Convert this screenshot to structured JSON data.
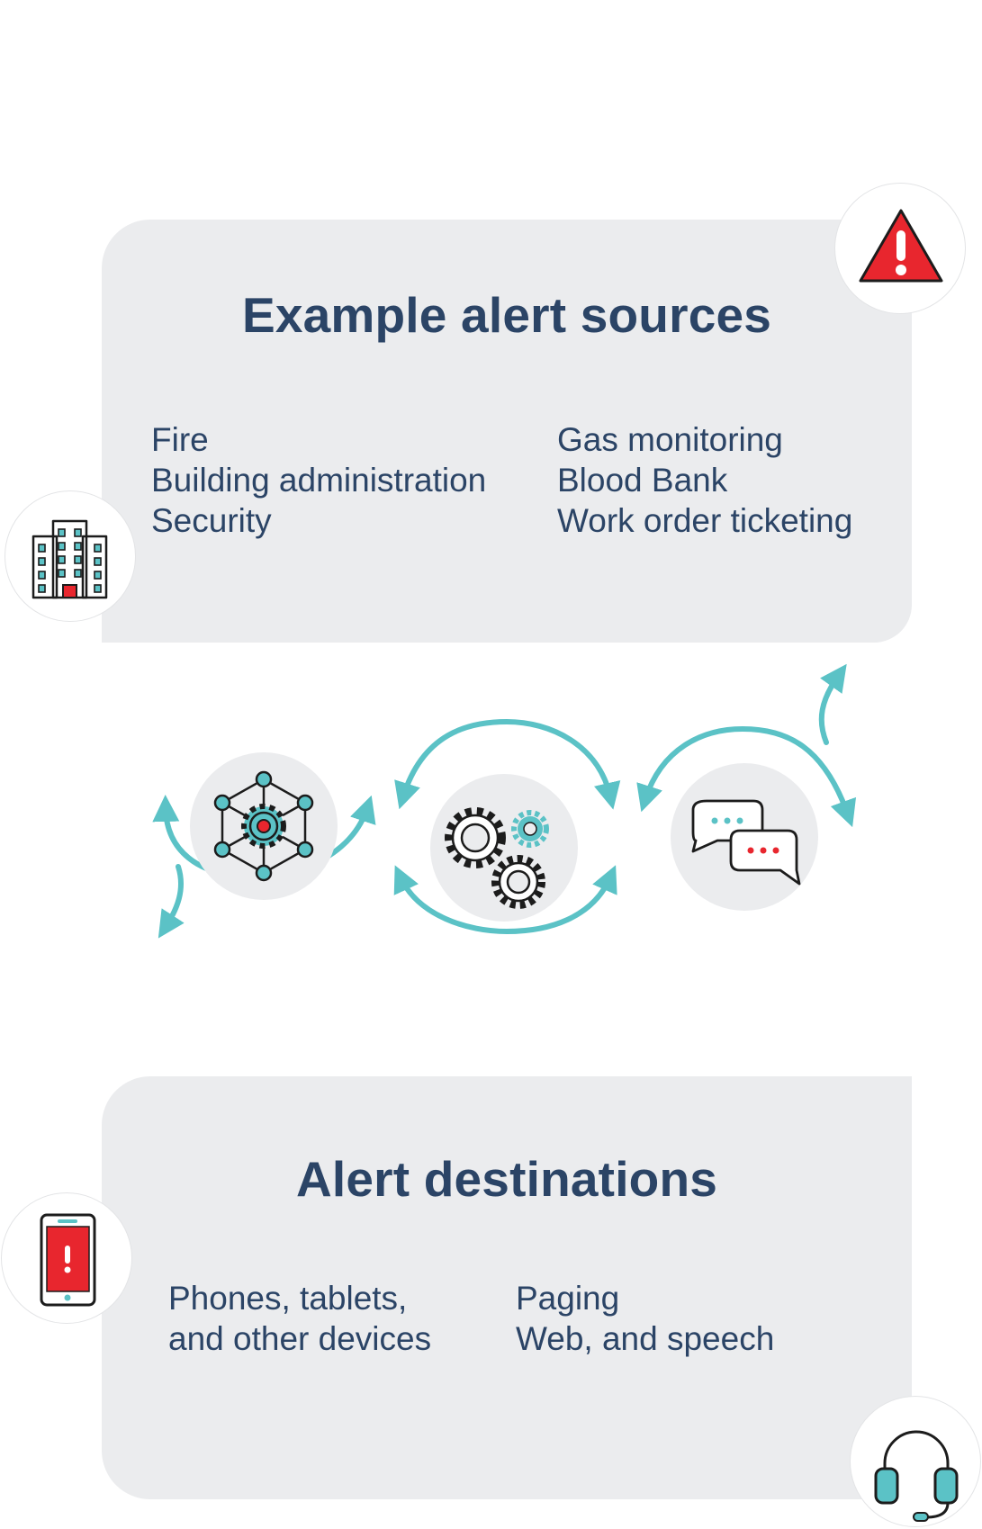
{
  "sources": {
    "title": "Example alert sources",
    "left_items": [
      "Fire",
      "Building administration",
      "Security"
    ],
    "right_items": [
      "Gas monitoring",
      "Blood Bank",
      "Work order ticketing"
    ]
  },
  "destinations": {
    "title": "Alert destinations",
    "left_lines": [
      "Phones, tablets,",
      "and other devices"
    ],
    "right_lines": [
      "Paging",
      "Web, and speech"
    ]
  },
  "icons": {
    "sources_badge": "warning-triangle-icon",
    "building_badge": "office-building-icon",
    "phone_badge": "smartphone-alert-icon",
    "headset_badge": "headset-icon",
    "flow_nodes": [
      "network-hub-icon",
      "gears-icon",
      "chat-bubbles-icon"
    ]
  },
  "colors": {
    "panel_bg": "#ebecee",
    "text_navy": "#2b4466",
    "teal": "#5bc2c6",
    "alert_red": "#e8262e",
    "node_bg": "#ebecee"
  }
}
